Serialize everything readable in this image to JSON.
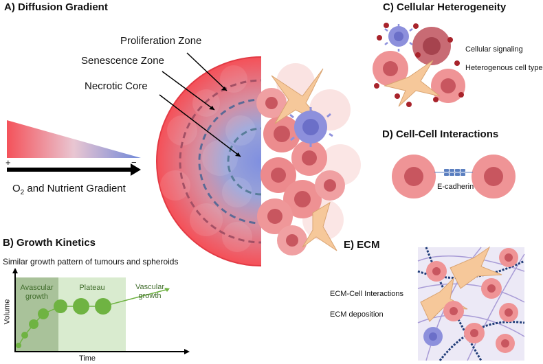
{
  "panel_a": {
    "title": "A) Diffusion Gradient",
    "zones": {
      "proliferation": "Proliferation Zone",
      "senescence": "Senescence Zone",
      "necrotic": "Necrotic Core"
    },
    "gradient": {
      "plus": "+",
      "minus": "−",
      "label_prefix": "O",
      "label_sub": "2",
      "label_suffix": " and Nutrient Gradient",
      "colors": {
        "high": "#f4525a",
        "low": "#7f8fe0"
      }
    }
  },
  "panel_b": {
    "title": "B) Growth Kinetics",
    "subtitle": "Similar growth pattern of tumours and spheroids",
    "phases": {
      "avascular_line1": "Avascular",
      "avascular_line2": "growth",
      "plateau": "Plateau",
      "vascular_line1": "Vascular",
      "vascular_line2": "growth"
    },
    "y_label": "Volume",
    "x_label": "Time",
    "colors": {
      "avascular": "#a9c29a",
      "plateau": "#d9ebcf",
      "sphere": "#6fb342"
    }
  },
  "panel_c": {
    "title": "C) Cellular Heterogeneity",
    "labels": [
      "Cellular signaling",
      "Heterogenous cell types"
    ]
  },
  "panel_d": {
    "title": "D) Cell-Cell Interactions",
    "junction_label": "E-cadherin"
  },
  "panel_e": {
    "title": "E) ECM",
    "labels": [
      "ECM-Cell Interactions",
      "ECM deposition"
    ]
  }
}
